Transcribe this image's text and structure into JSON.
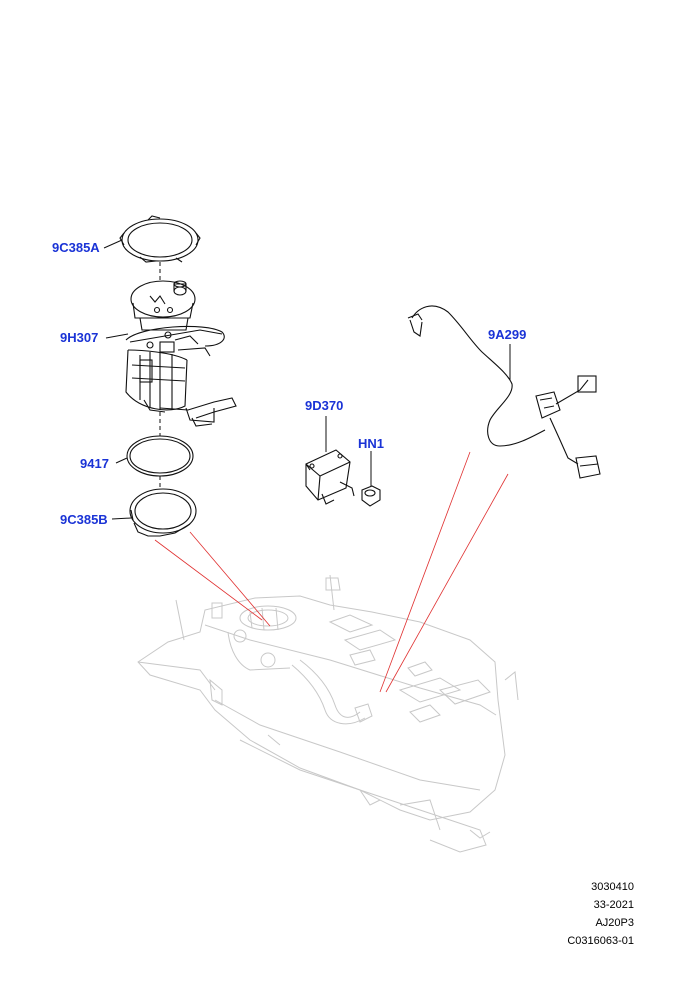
{
  "colors": {
    "callout_text": "#1a33d6",
    "part_line": "#111111",
    "ghost_line": "#c8c8c8",
    "reference_line": "#e03030"
  },
  "callouts": [
    {
      "id": "c1",
      "label": "9C385A"
    },
    {
      "id": "c2",
      "label": "9H307"
    },
    {
      "id": "c3",
      "label": "9417"
    },
    {
      "id": "c4",
      "label": "9C385B"
    },
    {
      "id": "c5",
      "label": "9D370"
    },
    {
      "id": "c6",
      "label": "HN1"
    },
    {
      "id": "c7",
      "label": "9A299"
    }
  ],
  "drawing_codes": [
    "3030410",
    "33-2021",
    "AJ20P3",
    "C0316063-01"
  ]
}
